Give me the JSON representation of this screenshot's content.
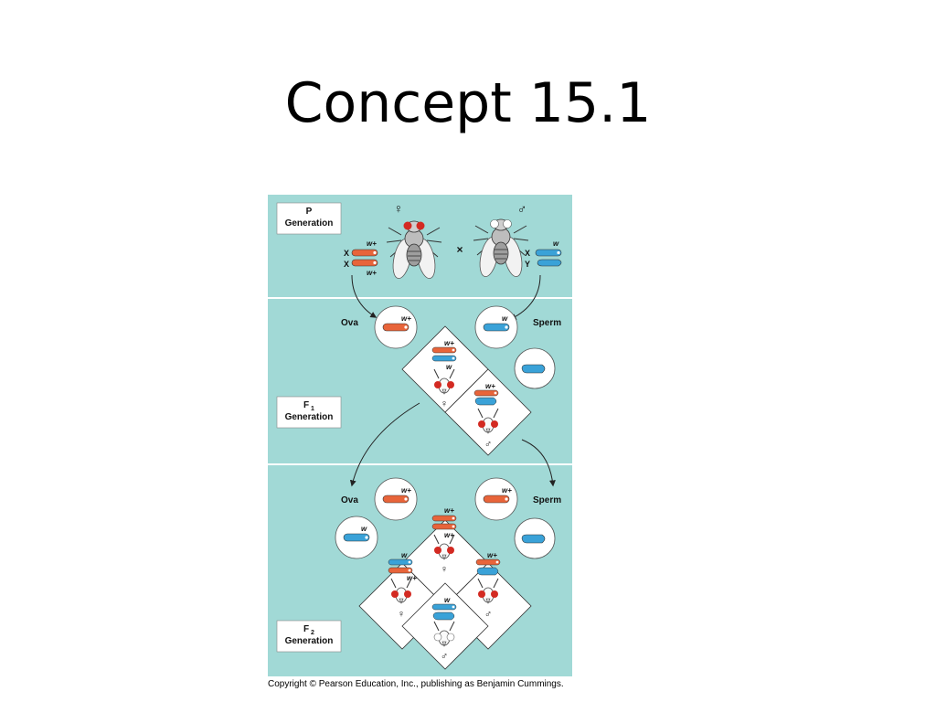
{
  "slide": {
    "title": "Concept 15.1",
    "copyright": "Copyright © Pearson Education, Inc., publishing as Benjamin Cummings."
  },
  "diagram": {
    "p_generation": {
      "label_line1": "P",
      "label_line2": "Generation",
      "female_symbol": "♀",
      "male_symbol": "♂",
      "cross_symbol": "×",
      "female_chromosomes": [
        "X",
        "X"
      ],
      "male_chromosomes": [
        "X",
        "Y"
      ],
      "female_alleles": [
        "w+",
        "w+"
      ],
      "male_allele": "w"
    },
    "f1_generation": {
      "label_main": "F",
      "label_sub": "1",
      "label_line2": "Generation",
      "ova_label": "Ova",
      "sperm_label": "Sperm",
      "ova_allele": "w+",
      "sperm_allele": "w",
      "female_offspring_alleles": [
        "w+",
        "w"
      ],
      "male_offspring_allele": "w+",
      "female_symbol": "♀",
      "male_symbol": "♂"
    },
    "f2_generation": {
      "label_main": "F",
      "label_sub": "2",
      "label_line2": "Generation",
      "ova_label": "Ova",
      "sperm_label": "Sperm",
      "ova_alleles": [
        "w+",
        "w"
      ],
      "sperm_allele": "w+",
      "top_female_alleles": [
        "w+",
        "w+"
      ],
      "left_female_alleles": [
        "w",
        "w+"
      ],
      "right_male_allele": "w+",
      "bottom_male_allele": "w",
      "female_symbol": "♀",
      "male_symbol": "♂"
    },
    "colors": {
      "panel": "#a1d9d6",
      "x_chromosome_wildtype": "#e8643a",
      "chromosome_mutant": "#3aa2d8",
      "eye_red": "#d32a22",
      "eye_white": "#ffffff"
    }
  }
}
